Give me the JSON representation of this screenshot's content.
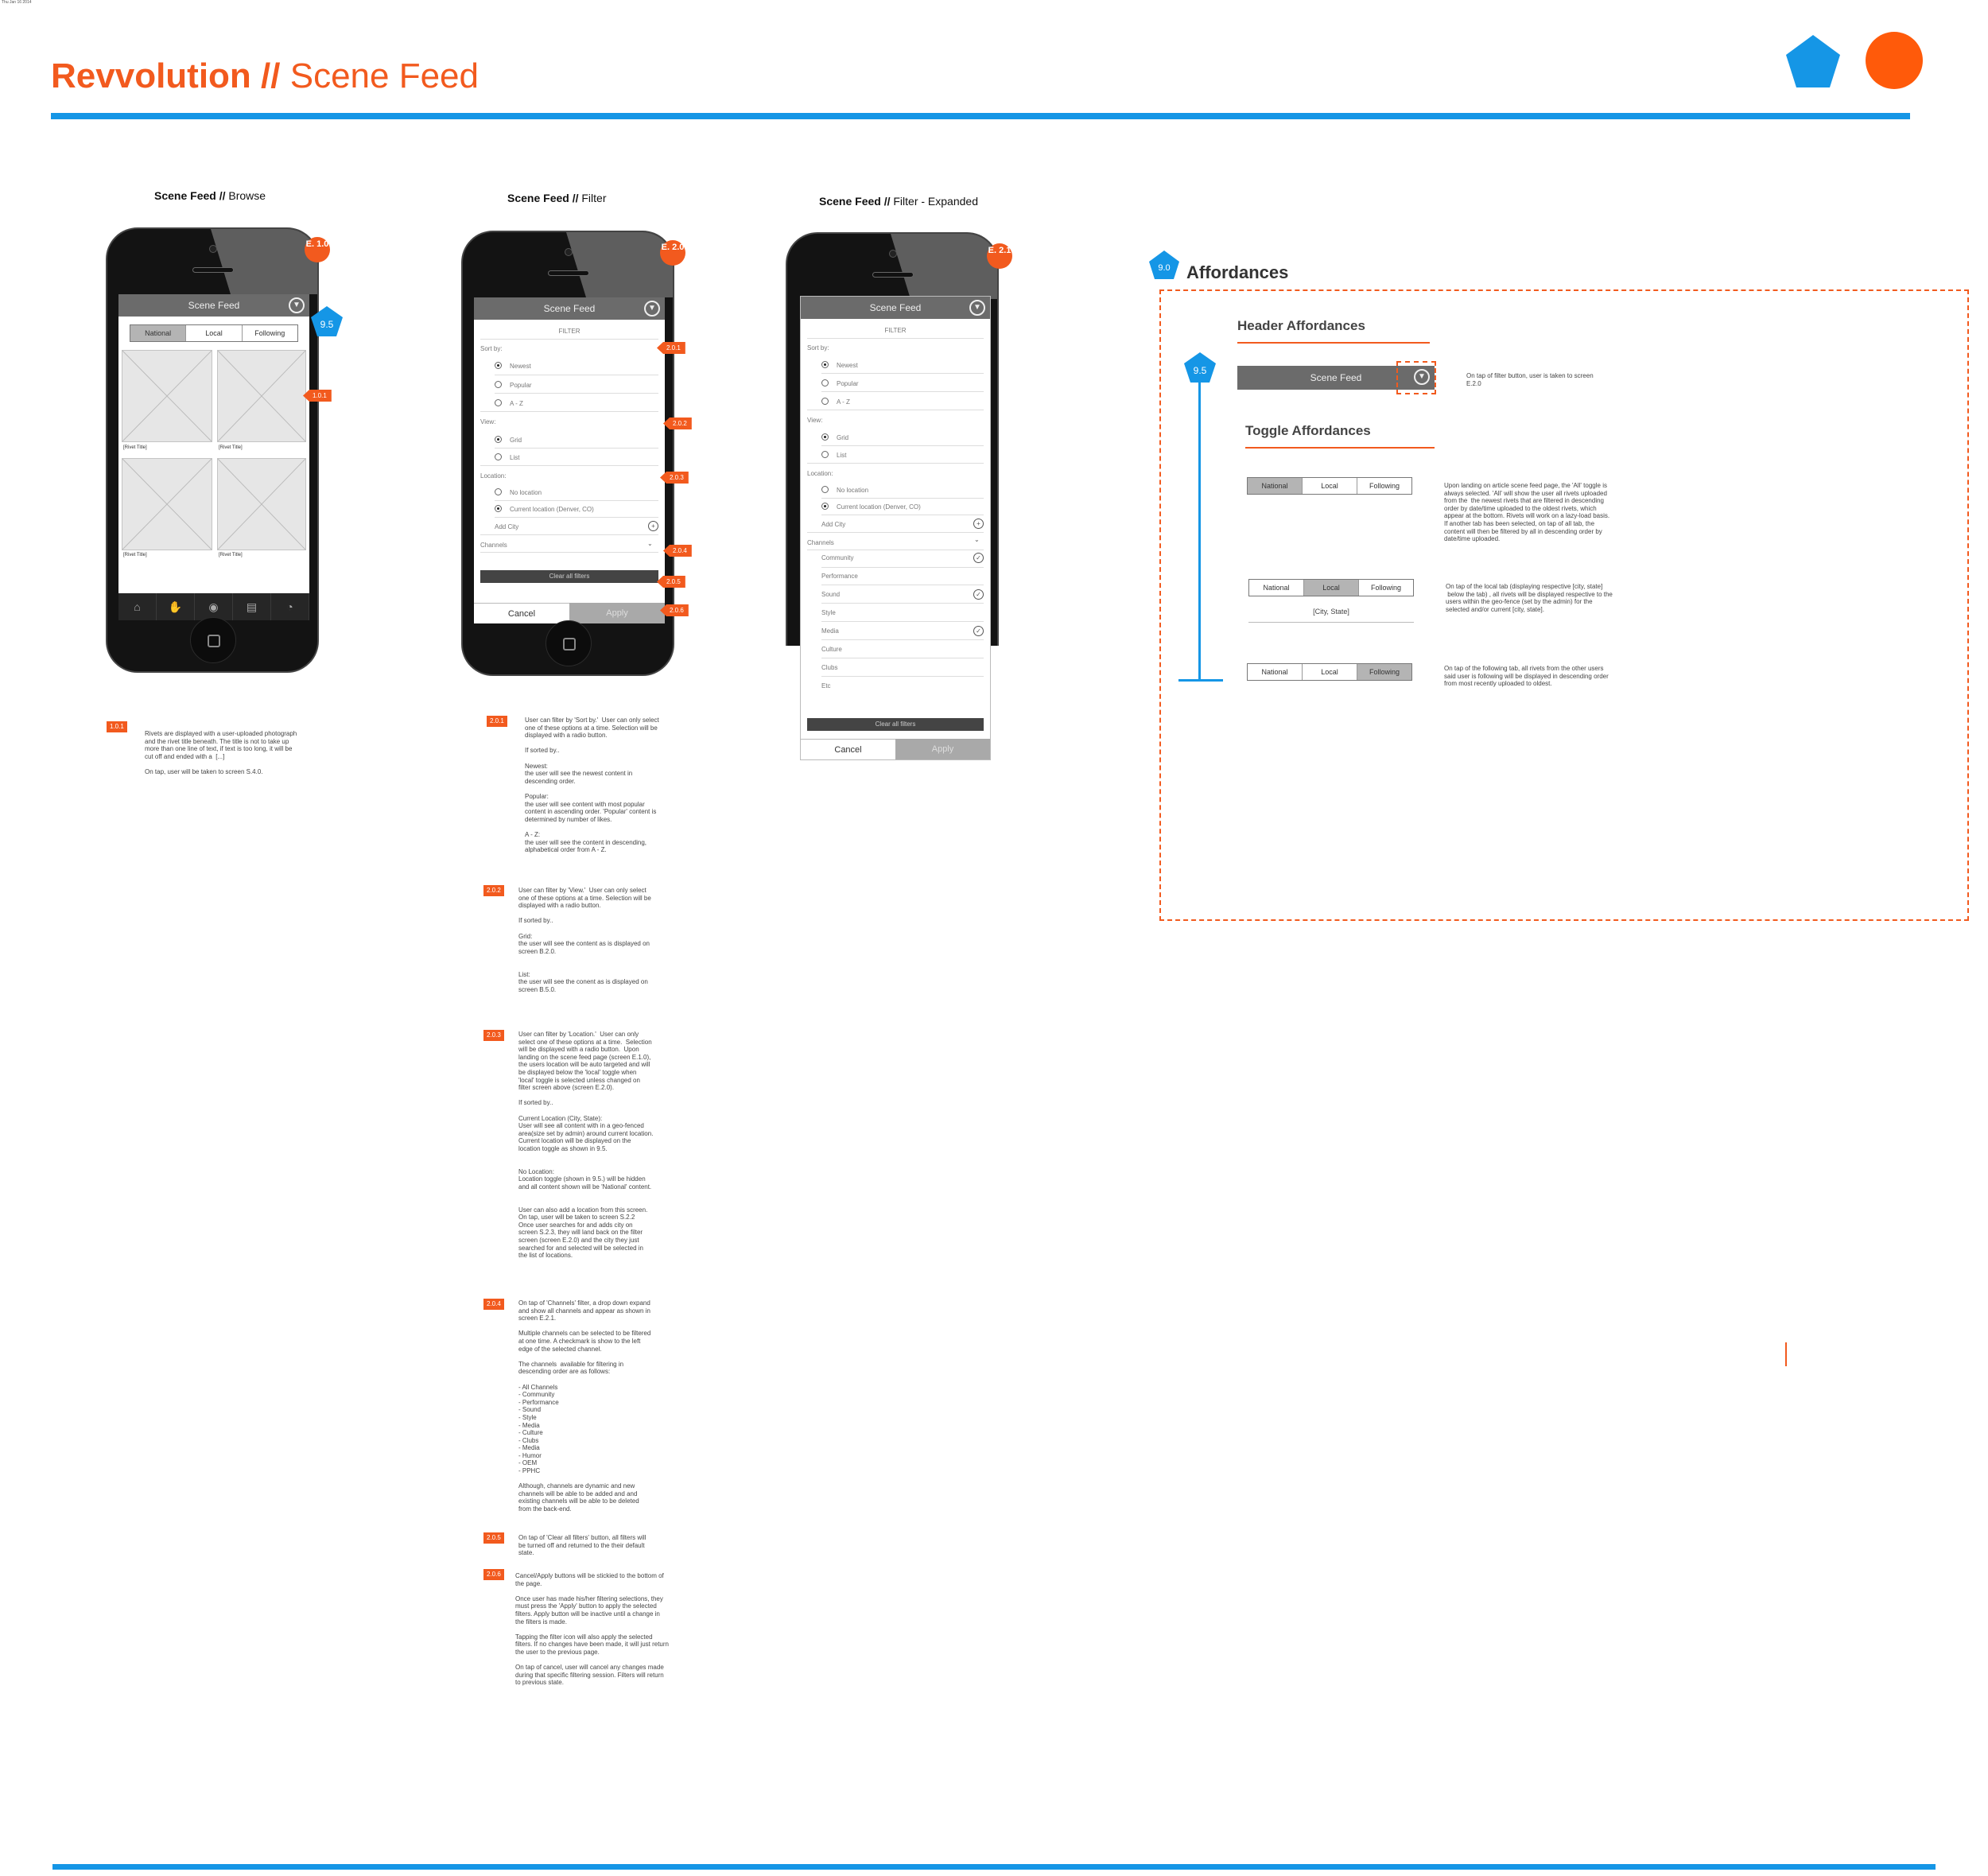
{
  "meta": {
    "date": "Thu Jan 16 2014"
  },
  "header": {
    "brand": "Revvolution",
    "separator": "//",
    "page": "Scene Feed"
  },
  "colors": {
    "accent": "#f25a1e",
    "blue": "#1596e6"
  },
  "screens": [
    {
      "label_bold": "Scene Feed //",
      "label_rest": " Browse",
      "badge": "E. 1.0"
    },
    {
      "label_bold": "Scene Feed //",
      "label_rest": " Filter",
      "badge": "E. 2.0"
    },
    {
      "label_bold": "Scene Feed //",
      "label_rest": " Filter - Expanded",
      "badge": "E. 2.1"
    }
  ],
  "browse": {
    "nav_title": "Scene Feed",
    "toggle": [
      "National",
      "Local",
      "Following"
    ],
    "rivet_title": "[Rivet Title]",
    "tab_icons": [
      "home-icon",
      "hand-icon",
      "camera-icon",
      "grid-icon",
      "feed-icon"
    ],
    "tab_glyphs": [
      "⌂",
      "✋",
      "◉",
      "▤",
      "◔"
    ],
    "callout_pent": "9.5",
    "callout_tag": "1.0.1"
  },
  "filter": {
    "nav_title": "Scene Feed",
    "heading": "FILTER",
    "sort_label": "Sort by:",
    "sort": [
      "Newest",
      "Popular",
      "A - Z"
    ],
    "view_label": "View:",
    "view": [
      "Grid",
      "List"
    ],
    "loc_label": "Location:",
    "loc": [
      "No location",
      "Current location (Denver, CO)"
    ],
    "add_city": "Add City",
    "channels": "Channels",
    "clear": "Clear all filters",
    "cancel": "Cancel",
    "apply": "Apply",
    "tags": [
      "2.0.1",
      "2.0.2",
      "2.0.3",
      "2.0.4",
      "2.0.5",
      "2.0.6"
    ]
  },
  "expanded": {
    "channel_list": [
      "Community",
      "Performance",
      "Sound",
      "Style",
      "Media",
      "Culture",
      "Clubs",
      "Etc"
    ]
  },
  "notes": {
    "n101": {
      "chip": "1.0.1",
      "text": "Rivets are displayed with a user-uploaded photograph\nand the rivet title beneath. The title is not to take up\nmore than one line of text, if text is too long, it will be\ncut off and ended with a  [...]\n\nOn tap, user will be taken to screen S.4.0."
    },
    "n201": {
      "chip": "2.0.1",
      "text": "User can filter by 'Sort by.'  User can only select\none of these options at a time. Selection will be\ndisplayed with a radio button.\n\nIf sorted by..\n\nNewest:\nthe user will see the newest content in\ndescending order.\n\nPopular:\nthe user will see content with most popular\ncontent in ascending order. 'Popular' content is\ndetermined by number of likes.\n\nA - Z:\nthe user will see the content in descending,\nalphabetical order from A - Z."
    },
    "n202": {
      "chip": "2.0.2",
      "text": "User can filter by 'View.'  User can only select\none of these options at a time. Selection will be\ndisplayed with a radio button.\n\nIf sorted by..\n\nGrid:\nthe user will see the content as is displayed on\nscreen B.2.0.\n\n\nList:\nthe user will see the conent as is displayed on\nscreen B.5.0."
    },
    "n203": {
      "chip": "2.0.3",
      "text": "User can filter by 'Location.'  User can only\nselect one of these options at a time.  Selection\nwill be displayed with a radio button.  Upon\nlanding on the scene feed page (screen E.1.0),\nthe users location will be auto targeted and will\nbe displayed below the 'local' toggle when\n'local' toggle is selected unless changed on\nfilter screen above (screen E.2.0).\n\nIf sorted by..\n\nCurrent Location (City, State):\nUser will see all content with in a geo-fenced\narea(size set by admin) around current location.\nCurrent location will be displayed on the\nlocation toggle as shown in 9.5.\n\n\nNo Location:\nLocation toggle (shown in 9.5.) will be hidden\nand all content shown will be 'National' content.\n\n\nUser can also add a location from this screen.\nOn tap, user will be taken to screen S.2.2\nOnce user searches for and adds city on\nscreen S.2.3, they will land back on the filter\nscreen (screen E.2.0) and the city they just\nsearched for and selected will be selected in\nthe list of locations."
    },
    "n204": {
      "chip": "2.0.4",
      "text": "On tap of 'Channels' filter, a drop down expand\nand show all channels and appear as shown in\nscreen E.2.1.\n\nMultiple channels can be selected to be filtered\nat one time. A checkmark is show to the left\nedge of the selected channel.\n\nThe channels  available for filtering in\ndescending order are as follows:\n\n- All Channels\n- Community\n- Performance\n- Sound\n- Style\n- Media\n- Culture\n- Clubs\n- Media\n- Humor\n- OEM\n- PPHC\n\nAlthough, channels are dynamic and new\nchannels will be able to be added and and\nexisting channels will be able to be deleted\nfrom the back-end."
    },
    "n205": {
      "chip": "2.0.5",
      "text": "On tap of 'Clear all filters' button, all filters will\nbe turned off and returned to the their default\nstate."
    },
    "n206": {
      "chip": "2.0.6",
      "text": "Cancel/Apply buttons will be stickied to the bottom of\nthe page.\n\nOnce user has made his/her filtering selections, they\nmust press the 'Apply' button to apply the selected\nfilters. Apply button will be inactive until a change in\nthe filters is made.\n\nTapping the filter icon will also apply the selected\nfilters. If no changes have been made, it will just return\nthe user to the previous page.\n\nOn tap of cancel, user will cancel any changes made\nduring that specific filtering session. Filters will return\nto previous state."
    }
  },
  "affordances": {
    "pent": "9.0",
    "title": "Affordances",
    "header_title": "Header Affordances",
    "pent95": "9.5",
    "nav_title": "Scene Feed",
    "header_note": "On tap of filter button, user is taken to screen\nE.2.0",
    "toggle_title": "Toggle Affordances",
    "toggle": [
      "National",
      "Local",
      "Following"
    ],
    "city_state": "[City, State]",
    "note_national": "Upon landing on article scene feed page, the 'All' toggle is\nalways selected. 'All' will show the user all rivets uploaded\nfrom the  the newest rivets that are filtered in descending\norder by date/time uploaded to the oldest rivets, which\nappear at the bottom. Rivets will work on a lazy-load basis.\nIf another tab has been selected, on tap of all tab, the\ncontent will then be filtered by all in descending order by\ndate/time uploaded.",
    "note_local": "On tap of the local tab (displaying respective [city, state]\n below the tab) , all rivets will be displayed respective to the\nusers within the geo-fence (set by the admin) for the\nselected and/or current [city, state].",
    "note_following": "On tap of the following tab, all rivets from the other users\nsaid user is following will be displayed in descending order\nfrom most recently uploaded to oldest."
  }
}
